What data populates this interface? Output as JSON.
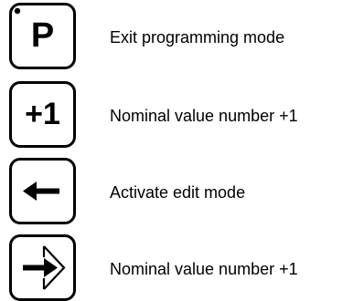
{
  "keys": [
    {
      "id": "p",
      "key_label": "P",
      "icon": "program-key-icon",
      "description": "Exit programming mode"
    },
    {
      "id": "plus1",
      "key_label": "+1",
      "icon": "plus-one-key-icon",
      "description": "Nominal value number +1"
    },
    {
      "id": "back",
      "key_label": "",
      "icon": "left-arrow-key-icon",
      "description": "Activate edit mode"
    },
    {
      "id": "next",
      "key_label": "",
      "icon": "enter-arrow-diamond-key-icon",
      "description": "Nominal value number +1"
    }
  ]
}
